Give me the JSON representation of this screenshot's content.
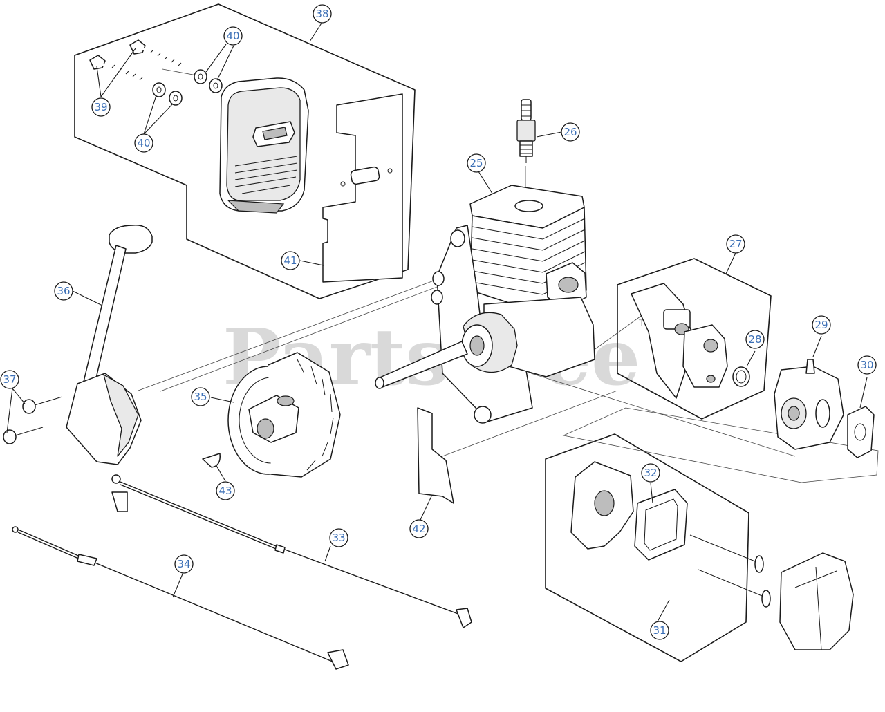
{
  "diagram": {
    "watermark": "PartsTree",
    "trademark": "TM",
    "callouts": [
      {
        "id": "c25",
        "label": "25"
      },
      {
        "id": "c26",
        "label": "26"
      },
      {
        "id": "c27",
        "label": "27"
      },
      {
        "id": "c28",
        "label": "28"
      },
      {
        "id": "c29",
        "label": "29"
      },
      {
        "id": "c30",
        "label": "30"
      },
      {
        "id": "c31",
        "label": "31"
      },
      {
        "id": "c32",
        "label": "32"
      },
      {
        "id": "c33",
        "label": "33"
      },
      {
        "id": "c34",
        "label": "34"
      },
      {
        "id": "c35",
        "label": "35"
      },
      {
        "id": "c36",
        "label": "36"
      },
      {
        "id": "c37",
        "label": "37"
      },
      {
        "id": "c38",
        "label": "38"
      },
      {
        "id": "c39",
        "label": "39"
      },
      {
        "id": "c40a",
        "label": "40"
      },
      {
        "id": "c40b",
        "label": "40"
      },
      {
        "id": "c41",
        "label": "41"
      },
      {
        "id": "c42",
        "label": "42"
      },
      {
        "id": "c43",
        "label": "43"
      }
    ]
  }
}
